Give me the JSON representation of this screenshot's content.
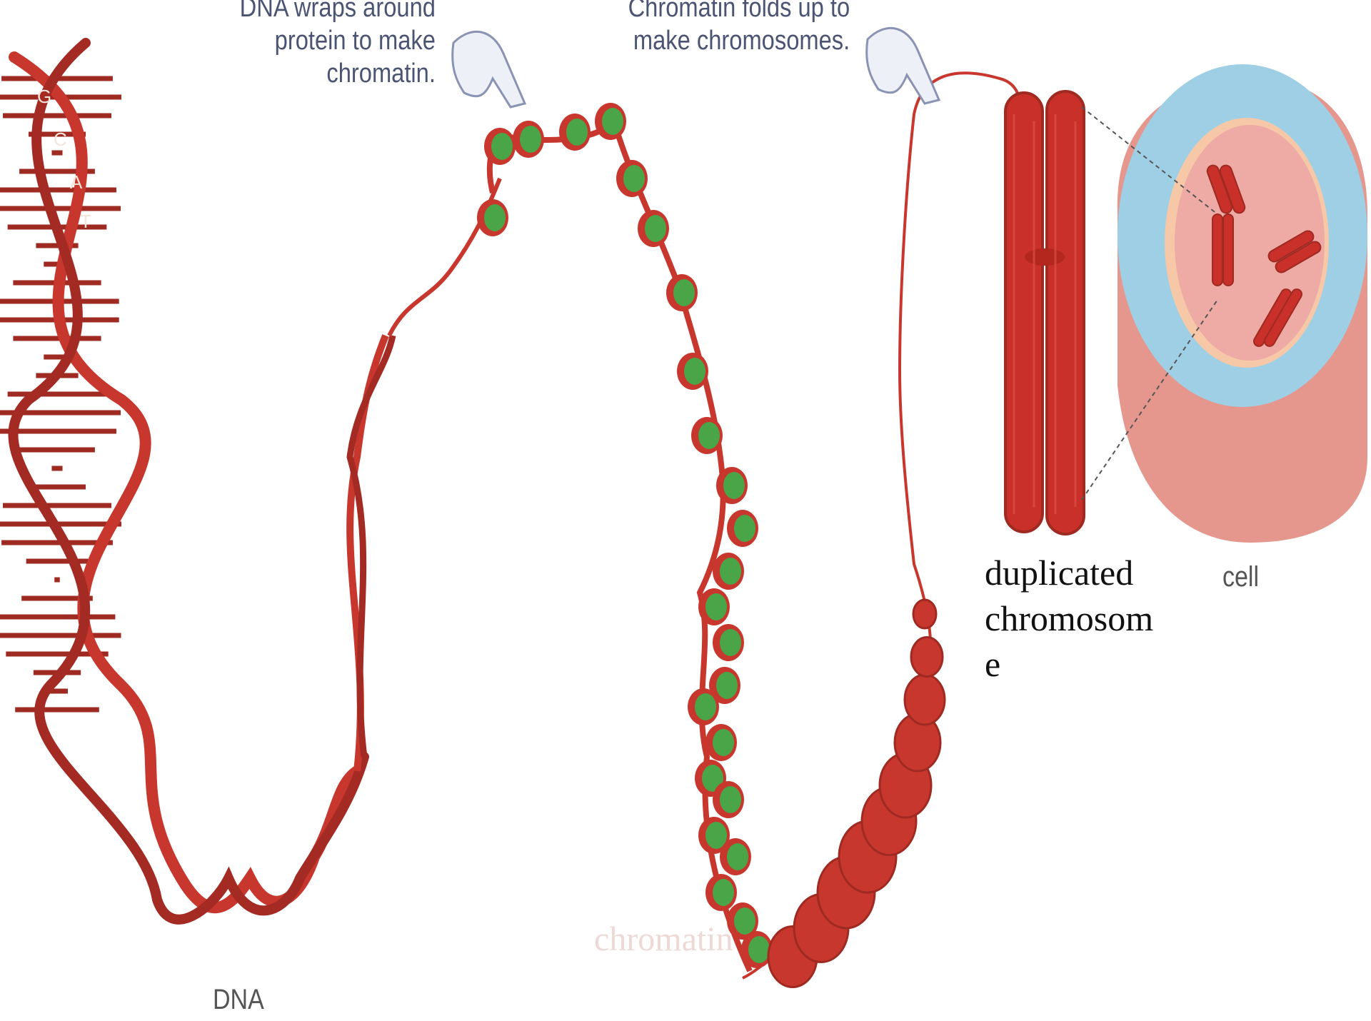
{
  "diagram": {
    "labels": {
      "dna": "DNA",
      "chromatin_overlay": "chromatin",
      "duplicated_chromosome": [
        "duplicated",
        "chromosom",
        "e"
      ],
      "cell": "cell"
    },
    "captions": {
      "wrap": [
        "DNA wraps around",
        "protein to make",
        "chromatin."
      ],
      "fold": [
        "Chromatin folds up to",
        "make chromosomes."
      ]
    },
    "bases": [
      "G",
      "C",
      "A",
      "T"
    ],
    "colors": {
      "dna_red": "#c8372d",
      "dna_dark": "#9e2a22",
      "histone_green": "#4aa548",
      "cytoplasm_blue": "#9fcfe4",
      "nucleus_pink": "#eeaaa4",
      "caption_text": "#4b5573"
    }
  }
}
